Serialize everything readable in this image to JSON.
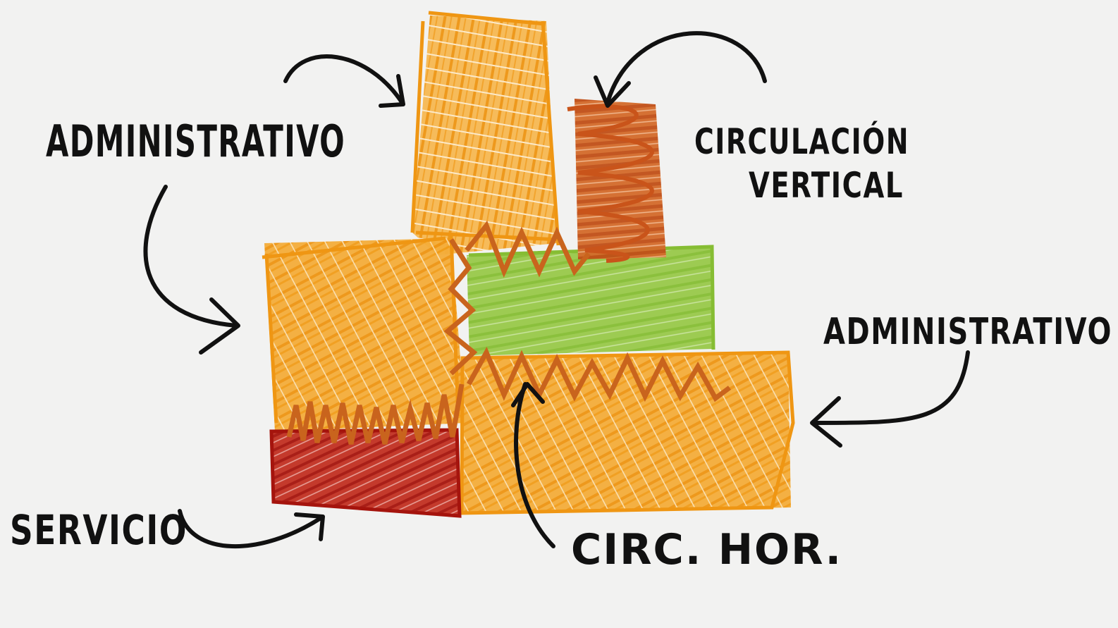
{
  "labels": {
    "admin_left": "ADMINISTRATIVO",
    "circulation_vertical_line1": "CIRCULACIÓN",
    "circulation_vertical_line2": "VERTICAL",
    "admin_right": "ADMINISTRATIVO",
    "service": "SERVICIO",
    "circulation_horizontal": "CIRC. HOR."
  },
  "colors": {
    "background": "#f2f2f1",
    "administrative": "#f2a01c",
    "vertical_circulation": "#c9541a",
    "horizontal_circulation": "#c9641d",
    "green_zone": "#8fc43a",
    "service": "#b01a12",
    "ink": "#111111"
  }
}
